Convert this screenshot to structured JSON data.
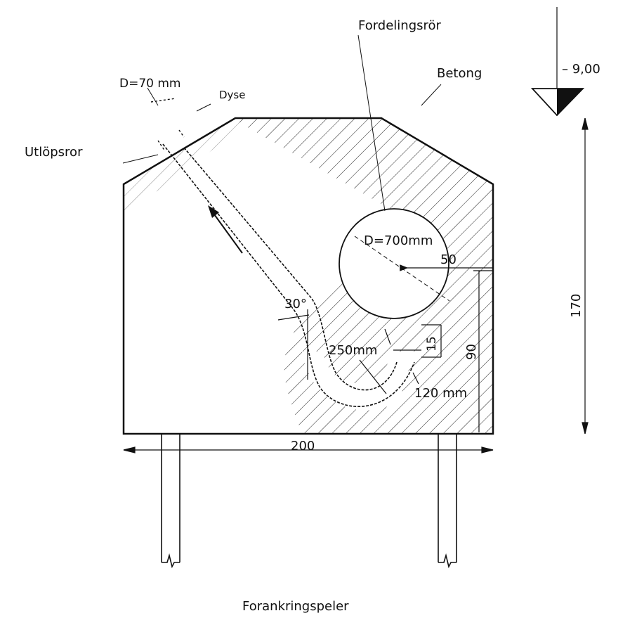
{
  "labels": {
    "fordelingsror": "Fordelingsrör",
    "betong": "Betong",
    "level": "– 9,00",
    "d_outlet": "D=70 mm",
    "dyse": "Dyse",
    "utlopsror": "Utlöpsror",
    "d_pipe": "D=700mm",
    "dim_50": "50",
    "dim_170": "170",
    "angle": "30°",
    "dim_15": "15",
    "dim_90": "90",
    "r_250": "250mm",
    "r_120": "120 mm",
    "dim_200": "200",
    "forankringspeler": "Forankringspeler"
  }
}
